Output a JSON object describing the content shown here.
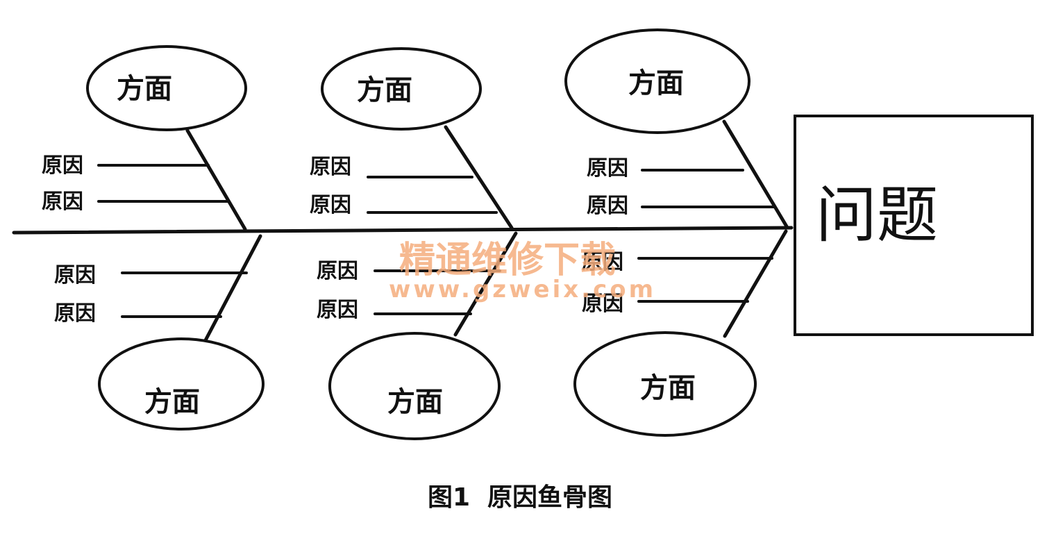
{
  "diagram": {
    "problem_label": "问题",
    "caption": "图1  原因鱼骨图",
    "aspects": {
      "top_1": "方面",
      "top_2": "方面",
      "top_3": "方面",
      "bottom_1": "方面",
      "bottom_2": "方面",
      "bottom_3": "方面"
    },
    "causes": {
      "top_1_a": "原因",
      "top_1_b": "原因",
      "top_2_a": "原因",
      "top_2_b": "原因",
      "top_3_a": "原因",
      "top_3_b": "原因",
      "bottom_1_a": "原因",
      "bottom_1_b": "原因",
      "bottom_2_a": "原因",
      "bottom_2_b": "原因",
      "bottom_3_a": "原因",
      "bottom_3_b": "原因"
    }
  },
  "watermark": {
    "site_name": "精通维修下载",
    "site_url": "www.gzweix.com"
  },
  "colors": {
    "ink": "#111111",
    "watermark": "#f4ad7d",
    "background": "#ffffff"
  }
}
